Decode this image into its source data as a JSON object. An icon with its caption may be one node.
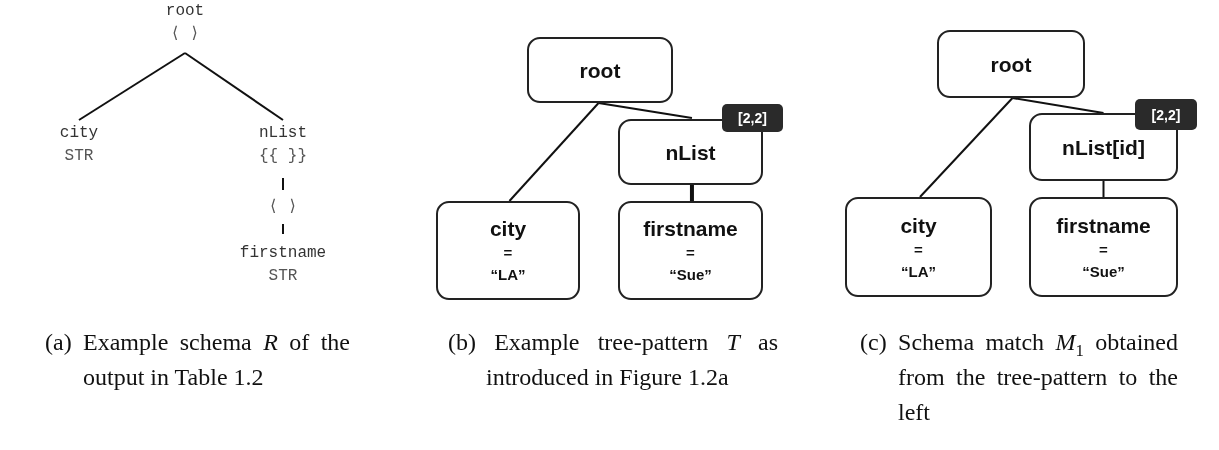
{
  "diagram": {
    "nodes": [
      {
        "text": [
          "root",
          "⟨ ⟩"
        ]
      },
      {
        "text": [
          "city",
          "STR"
        ]
      },
      {
        "text": [
          "nList",
          "{{ }}"
        ]
      },
      {
        "text": [
          "⟨ ⟩"
        ]
      },
      {
        "text": [
          "firstname",
          "STR"
        ]
      },
      {
        "text": [
          "root"
        ]
      },
      {
        "text": [
          "nList",
          "[2,2]"
        ]
      },
      {
        "text": [
          "city",
          "=",
          "“LA”"
        ]
      },
      {
        "text": [
          "firstname",
          "=",
          "“Sue”"
        ]
      },
      {
        "text": [
          "root"
        ]
      },
      {
        "text": [
          "nList[id]",
          "[2,2]"
        ]
      },
      {
        "text": [
          "city",
          "=",
          "“LA”"
        ]
      },
      {
        "text": [
          "firstname",
          "=",
          "“Sue”"
        ]
      }
    ],
    "edges": [
      {
        "from": 0,
        "to": 1,
        "arrow": "none"
      },
      {
        "from": 0,
        "to": 2,
        "arrow": "none"
      },
      {
        "from": 2,
        "to": 3,
        "arrow": "none"
      },
      {
        "from": 3,
        "to": 4,
        "arrow": "none"
      },
      {
        "from": 5,
        "to": 7,
        "arrow": "none"
      },
      {
        "from": 5,
        "to": 6,
        "arrow": "none"
      },
      {
        "from": 6,
        "to": 8,
        "arrow": "none",
        "style": "thick"
      },
      {
        "from": 9,
        "to": 11,
        "arrow": "none"
      },
      {
        "from": 9,
        "to": 10,
        "arrow": "none"
      },
      {
        "from": 10,
        "to": 12,
        "arrow": "none"
      }
    ],
    "labels": [
      "(a) Example schema *R* of the output in Table 1.2",
      "(b) Example tree-pattern *T* as introduced in Figure 1.2a",
      "(c) Schema match *M*$_{1}$ obtained from the tree-pattern to the left"
    ]
  }
}
